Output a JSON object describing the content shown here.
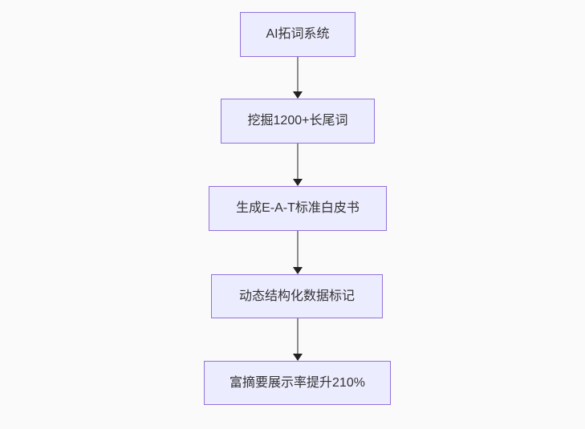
{
  "diagram": {
    "type": "flowchart-top-down",
    "background_color": "#fafafa",
    "node_fill_color": "#ececff",
    "node_border_color": "#9370db",
    "node_text_color": "#333333",
    "edge_line_color": "#8d8d8d",
    "arrowhead_color": "#222222",
    "nodes": [
      {
        "label": "AI拓词系统"
      },
      {
        "label": "挖掘1200+长尾词"
      },
      {
        "label": "生成E-A-T标准白皮书"
      },
      {
        "label": "动态结构化数据标记"
      },
      {
        "label": "富摘要展示率提升210%"
      }
    ],
    "edges": [
      {
        "from": "AI拓词系统",
        "to": "挖掘1200+长尾词"
      },
      {
        "from": "挖掘1200+长尾词",
        "to": "生成E-A-T标准白皮书"
      },
      {
        "from": "生成E-A-T标准白皮书",
        "to": "动态结构化数据标记"
      },
      {
        "from": "动态结构化数据标记",
        "to": "富摘要展示率提升210%"
      }
    ]
  }
}
